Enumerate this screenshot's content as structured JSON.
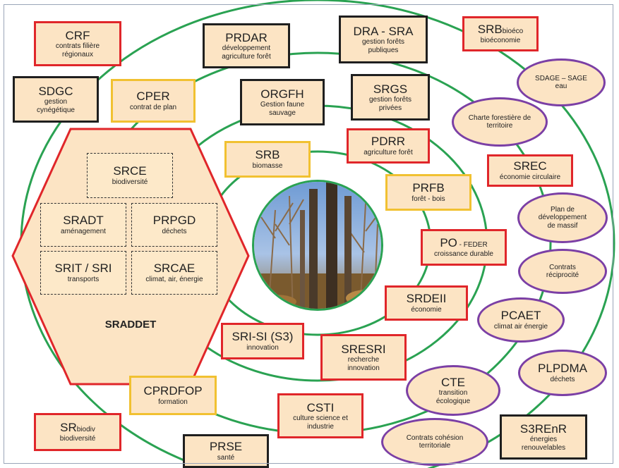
{
  "colors": {
    "ring": "#2aa252",
    "fill": "#fce4c4",
    "red_border": "#e0262a",
    "black_border": "#1f1f1f",
    "yellow_border": "#f1c131",
    "purple_border": "#7b3fa5"
  },
  "center_image": "forest-photo",
  "sraddet": {
    "title": "SRADDET",
    "srce": {
      "title": "SRCE",
      "sub": "biodiversité"
    },
    "sradt": {
      "title": "SRADT",
      "sub": "aménagement"
    },
    "prpgd": {
      "title": "PRPGD",
      "sub": "déchets"
    },
    "srit": {
      "title": "SRIT / SRI",
      "sub": "transports"
    },
    "srcae": {
      "title": "SRCAE",
      "sub": "climat, air, énergie"
    }
  },
  "boxes": {
    "crf": {
      "title": "CRF",
      "sub": "contrats filière régionaux"
    },
    "prdar": {
      "title": "PRDAR",
      "sub": "développement agriculture forêt"
    },
    "dra": {
      "title": "DRA - SRA",
      "sub": "gestion forêts publiques"
    },
    "srb_bio": {
      "title": "SRB",
      "suffix": "bioéco",
      "sub": "bioéconomie"
    },
    "sdgc": {
      "title": "SDGC",
      "sub": "gestion cynégétique"
    },
    "cper": {
      "title": "CPER",
      "sub": "contrat de plan"
    },
    "orgfh": {
      "title": "ORGFH",
      "sub": "Gestion faune sauvage"
    },
    "srgs": {
      "title": "SRGS",
      "sub": "gestion forêts privées"
    },
    "pdrr": {
      "title": "PDRR",
      "sub": "agriculture forêt"
    },
    "srb": {
      "title": "SRB",
      "sub": "biomasse"
    },
    "prfb": {
      "title": "PRFB",
      "sub": "forêt - bois"
    },
    "po": {
      "title": "PO",
      "suffix": " - FEDER",
      "sub": "croissance durable"
    },
    "srec": {
      "title": "SREC",
      "sub": "économie circulaire"
    },
    "srdeii": {
      "title": "SRDEII",
      "sub": "économie"
    },
    "srisi": {
      "title": "SRI-SI (S3)",
      "sub": "innovation"
    },
    "sresri": {
      "title": "SRESRI",
      "sub": "recherche innovation"
    },
    "cprdfop": {
      "title": "CPRDFOP",
      "sub": "formation"
    },
    "csti": {
      "title": "CSTI",
      "sub": "culture science et industrie"
    },
    "sr_biodiv": {
      "title": "SR",
      "suffix": "biodiv",
      "sub": "biodiversité"
    },
    "prse": {
      "title": "PRSE",
      "sub": "santé"
    },
    "s3renr": {
      "title": "S3REnR",
      "sub": "énergies renouvelables"
    }
  },
  "ovals": {
    "sdage": {
      "title": "SDAGE – SAGE",
      "sub": "eau"
    },
    "charte": {
      "title": "Charte forestière de territoire"
    },
    "plan_massif": {
      "title": "Plan de développement de massif"
    },
    "contrats_recip": {
      "title": "Contrats réciprocité"
    },
    "pcaet": {
      "title": "PCAET",
      "sub": "climat air énergie"
    },
    "plpdma": {
      "title": "PLPDMA",
      "sub": "déchets"
    },
    "cte": {
      "title": "CTE",
      "sub": "transition écologique"
    },
    "contrats_cohesion": {
      "title": "Contrats cohésion territoriale"
    }
  }
}
